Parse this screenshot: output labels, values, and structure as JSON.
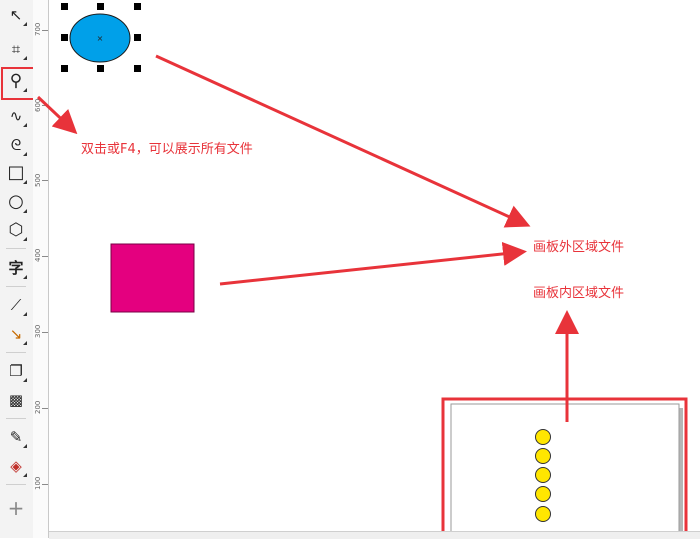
{
  "toolbox": {
    "tools": [
      {
        "name": "pick-tool",
        "glyph": "↖"
      },
      {
        "name": "crop-tool",
        "glyph": "⌗"
      },
      {
        "name": "zoom-tool",
        "glyph": "⚲"
      },
      {
        "name": "freehand-tool",
        "glyph": "∿"
      },
      {
        "name": "artistic-media-tool",
        "glyph": "ᘓ"
      },
      {
        "name": "rectangle-tool",
        "glyph": "□"
      },
      {
        "name": "ellipse-tool",
        "glyph": "○"
      },
      {
        "name": "polygon-tool",
        "glyph": "⬡"
      },
      {
        "name": "text-tool",
        "glyph": "字"
      },
      {
        "name": "dimension-tool",
        "glyph": "⟋"
      },
      {
        "name": "connector-tool",
        "glyph": "↘"
      },
      {
        "name": "drop-shadow-tool",
        "glyph": "❐"
      },
      {
        "name": "transparency-tool",
        "glyph": "▩"
      },
      {
        "name": "eyedropper-tool",
        "glyph": "✎"
      },
      {
        "name": "fill-tool",
        "glyph": "◈"
      },
      {
        "name": "add-tool",
        "glyph": "+"
      }
    ]
  },
  "ruler": {
    "labels": [
      "700",
      "600",
      "500",
      "400",
      "300",
      "200",
      "100"
    ]
  },
  "annotations": {
    "zoom_hint": "双击或F4，可以展示所有文件",
    "outside_artboard": "画板外区域文件",
    "inside_artboard": "画板内区域文件"
  },
  "colors": {
    "annotation_red": "#e8333a",
    "ellipse_fill": "#00a0e9",
    "rectangle_fill": "#e4007f",
    "circle_fill": "#ffe600"
  }
}
